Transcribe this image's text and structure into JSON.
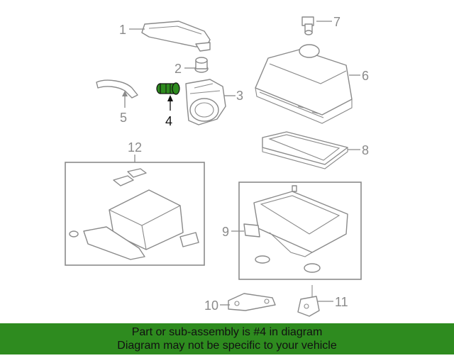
{
  "colors": {
    "highlight_part": "#2e8b1f",
    "banner_background": "#2e8b1f",
    "line_art": "#8a8a8a",
    "highlight_label": "#111111"
  },
  "callouts": {
    "c1": "1",
    "c2": "2",
    "c3": "3",
    "c4": "4",
    "c5": "5",
    "c6": "6",
    "c7": "7",
    "c8": "8",
    "c9": "9",
    "c10": "10",
    "c11": "11",
    "c12": "12"
  },
  "highlighted_callout": "4",
  "banner": {
    "line1": "Part or sub-assembly is #4 in diagram",
    "line2": "Diagram may not be specific to your vehicle"
  }
}
